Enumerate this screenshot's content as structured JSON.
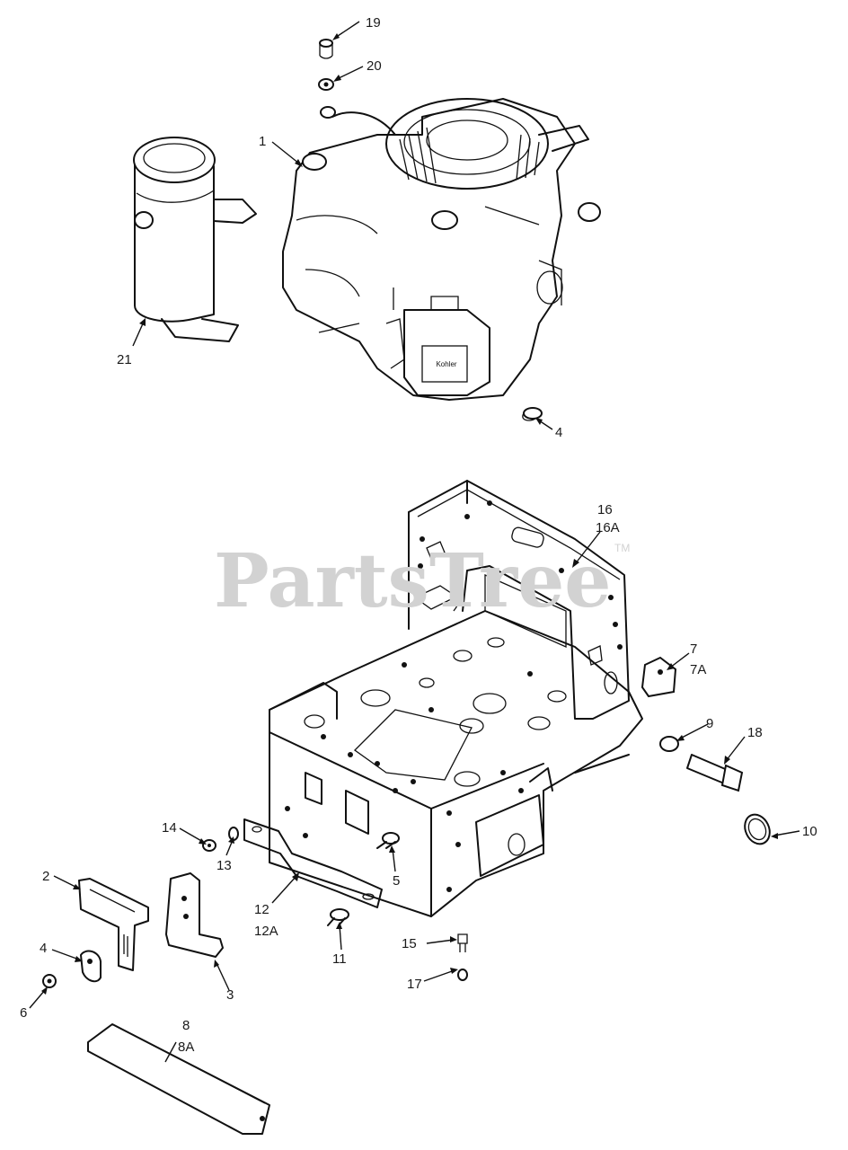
{
  "watermark": {
    "text": "PartsTree",
    "trademark": "TM"
  },
  "callouts": [
    {
      "id": "1",
      "label": "1"
    },
    {
      "id": "2",
      "label": "2"
    },
    {
      "id": "3",
      "label": "3"
    },
    {
      "id": "4a",
      "label": "4"
    },
    {
      "id": "4b",
      "label": "4"
    },
    {
      "id": "5",
      "label": "5"
    },
    {
      "id": "6",
      "label": "6"
    },
    {
      "id": "7",
      "label": "7"
    },
    {
      "id": "7A",
      "label": "7A"
    },
    {
      "id": "8",
      "label": "8"
    },
    {
      "id": "8A",
      "label": "8A"
    },
    {
      "id": "9",
      "label": "9"
    },
    {
      "id": "10",
      "label": "10"
    },
    {
      "id": "11",
      "label": "11"
    },
    {
      "id": "12",
      "label": "12"
    },
    {
      "id": "12A",
      "label": "12A"
    },
    {
      "id": "13",
      "label": "13"
    },
    {
      "id": "14",
      "label": "14"
    },
    {
      "id": "15",
      "label": "15"
    },
    {
      "id": "16",
      "label": "16"
    },
    {
      "id": "16A",
      "label": "16A"
    },
    {
      "id": "17",
      "label": "17"
    },
    {
      "id": "18",
      "label": "18"
    },
    {
      "id": "19",
      "label": "19"
    },
    {
      "id": "20",
      "label": "20"
    },
    {
      "id": "21",
      "label": "21"
    }
  ]
}
